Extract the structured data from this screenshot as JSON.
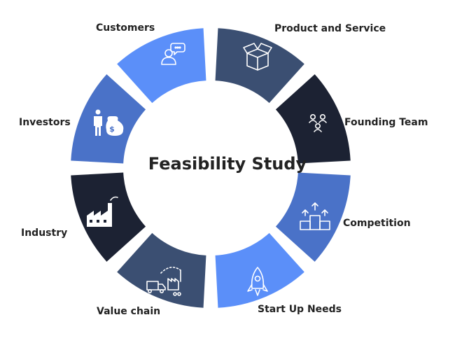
{
  "title": "Feasibility Study",
  "segments": [
    {
      "label": "Customers",
      "color": "#5b8ff9",
      "icon": "customer-chat-icon"
    },
    {
      "label": "Product and Service",
      "color": "#3b4f72",
      "icon": "product-box-icon"
    },
    {
      "label": "Founding Team",
      "color": "#1c2233",
      "icon": "team-people-icon"
    },
    {
      "label": "Competition",
      "color": "#4a72c8",
      "icon": "podium-money-icon"
    },
    {
      "label": "Start Up Needs",
      "color": "#5b8ff9",
      "icon": "rocket-icon"
    },
    {
      "label": "Value chain",
      "color": "#3b4f72",
      "icon": "truck-factory-icon"
    },
    {
      "label": "Industry",
      "color": "#1c2233",
      "icon": "factory-icon"
    },
    {
      "label": "Investors",
      "color": "#4a72c8",
      "icon": "investor-money-icon"
    }
  ]
}
